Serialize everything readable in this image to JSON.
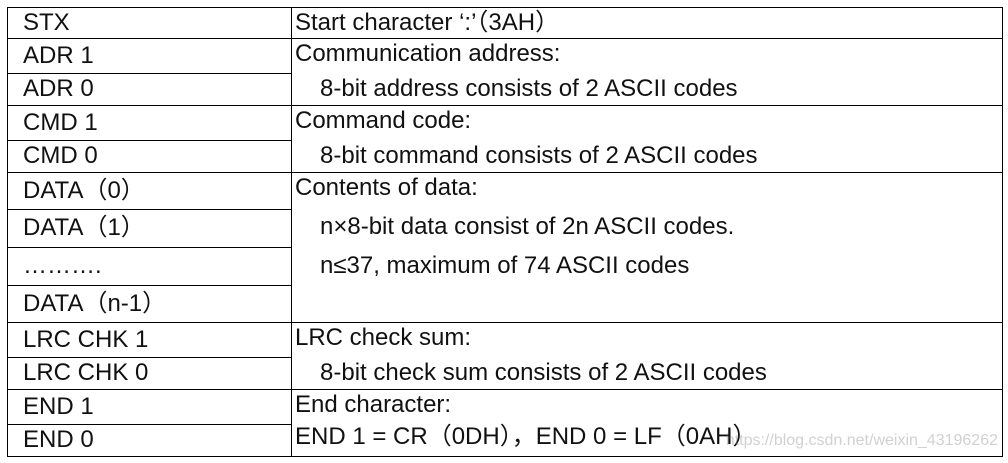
{
  "rows": [
    {
      "field": "STX"
    },
    {
      "field": "ADR 1"
    },
    {
      "field": "ADR 0"
    },
    {
      "field": "CMD 1"
    },
    {
      "field": "CMD 0"
    },
    {
      "field": "DATA（0）"
    },
    {
      "field": "DATA（1）"
    },
    {
      "field": "………."
    },
    {
      "field": "DATA（n-1）"
    },
    {
      "field": "LRC CHK 1"
    },
    {
      "field": "LRC CHK 0"
    },
    {
      "field": "END 1"
    },
    {
      "field": "END 0"
    }
  ],
  "descriptions": {
    "stx": "Start character ‘:’（3AH）",
    "address": {
      "title": "Communication address:",
      "detail": "8-bit address consists of 2 ASCII codes"
    },
    "command": {
      "title": "Command code:",
      "detail": "8-bit command consists of 2 ASCII codes"
    },
    "data": {
      "title": "Contents of data:",
      "detail_1": "n×8-bit data consist of 2n ASCII codes.",
      "detail_2": "n≤37, maximum of 74 ASCII codes"
    },
    "lrc": {
      "title": "LRC check sum:",
      "detail": "8-bit check sum consists of 2 ASCII codes"
    },
    "end": {
      "title": "End character:",
      "detail": "END 1 = CR（0DH），END 0 = LF（0AH）"
    }
  },
  "watermark": "https://blog.csdn.net/weixin_43196262"
}
